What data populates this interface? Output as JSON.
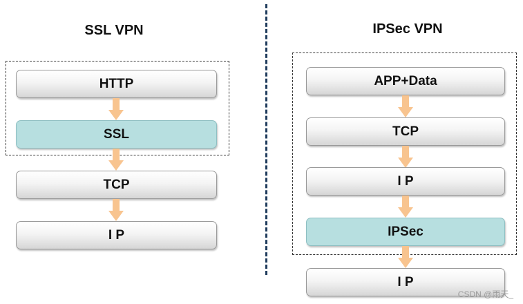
{
  "left": {
    "title": "SSL VPN",
    "layers": [
      {
        "label": "HTTP",
        "highlight": false
      },
      {
        "label": "SSL",
        "highlight": true
      },
      {
        "label": "TCP",
        "highlight": false
      },
      {
        "label": "I P",
        "highlight": false
      }
    ]
  },
  "right": {
    "title": "IPSec VPN",
    "layers": [
      {
        "label": "APP+Data",
        "highlight": false
      },
      {
        "label": "TCP",
        "highlight": false
      },
      {
        "label": "I P",
        "highlight": false
      },
      {
        "label": "IPSec",
        "highlight": true
      },
      {
        "label": "I P",
        "highlight": false
      }
    ]
  },
  "watermark": "CSDN @雨天_",
  "colors": {
    "highlight": "#b7dfe0",
    "arrow": "#f8c48f",
    "divider": "#1f3b5c"
  }
}
